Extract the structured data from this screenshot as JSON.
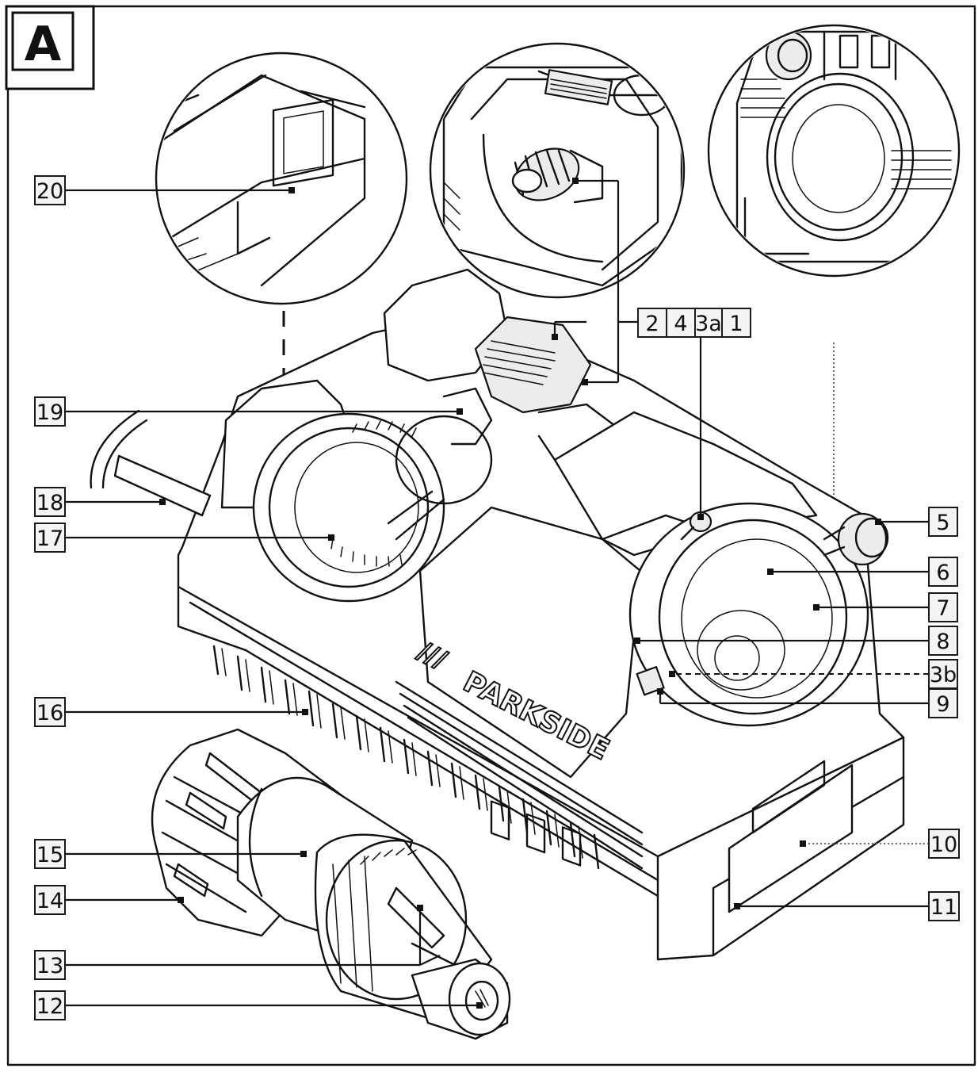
{
  "figure": {
    "letter": "A",
    "brand": "PARKSIDE",
    "brand_mark": "///"
  },
  "callouts": [
    {
      "id": "20",
      "label": "20"
    },
    {
      "id": "2",
      "label": "2"
    },
    {
      "id": "4",
      "label": "4"
    },
    {
      "id": "3a",
      "label": "3a"
    },
    {
      "id": "1",
      "label": "1"
    },
    {
      "id": "19",
      "label": "19"
    },
    {
      "id": "18",
      "label": "18"
    },
    {
      "id": "17",
      "label": "17"
    },
    {
      "id": "16",
      "label": "16"
    },
    {
      "id": "15",
      "label": "15"
    },
    {
      "id": "14",
      "label": "14"
    },
    {
      "id": "13",
      "label": "13"
    },
    {
      "id": "12",
      "label": "12"
    },
    {
      "id": "5",
      "label": "5"
    },
    {
      "id": "6",
      "label": "6"
    },
    {
      "id": "7",
      "label": "7"
    },
    {
      "id": "8",
      "label": "8"
    },
    {
      "id": "3b",
      "label": "3b"
    },
    {
      "id": "9",
      "label": "9"
    },
    {
      "id": "10",
      "label": "10"
    },
    {
      "id": "11",
      "label": "11"
    }
  ]
}
